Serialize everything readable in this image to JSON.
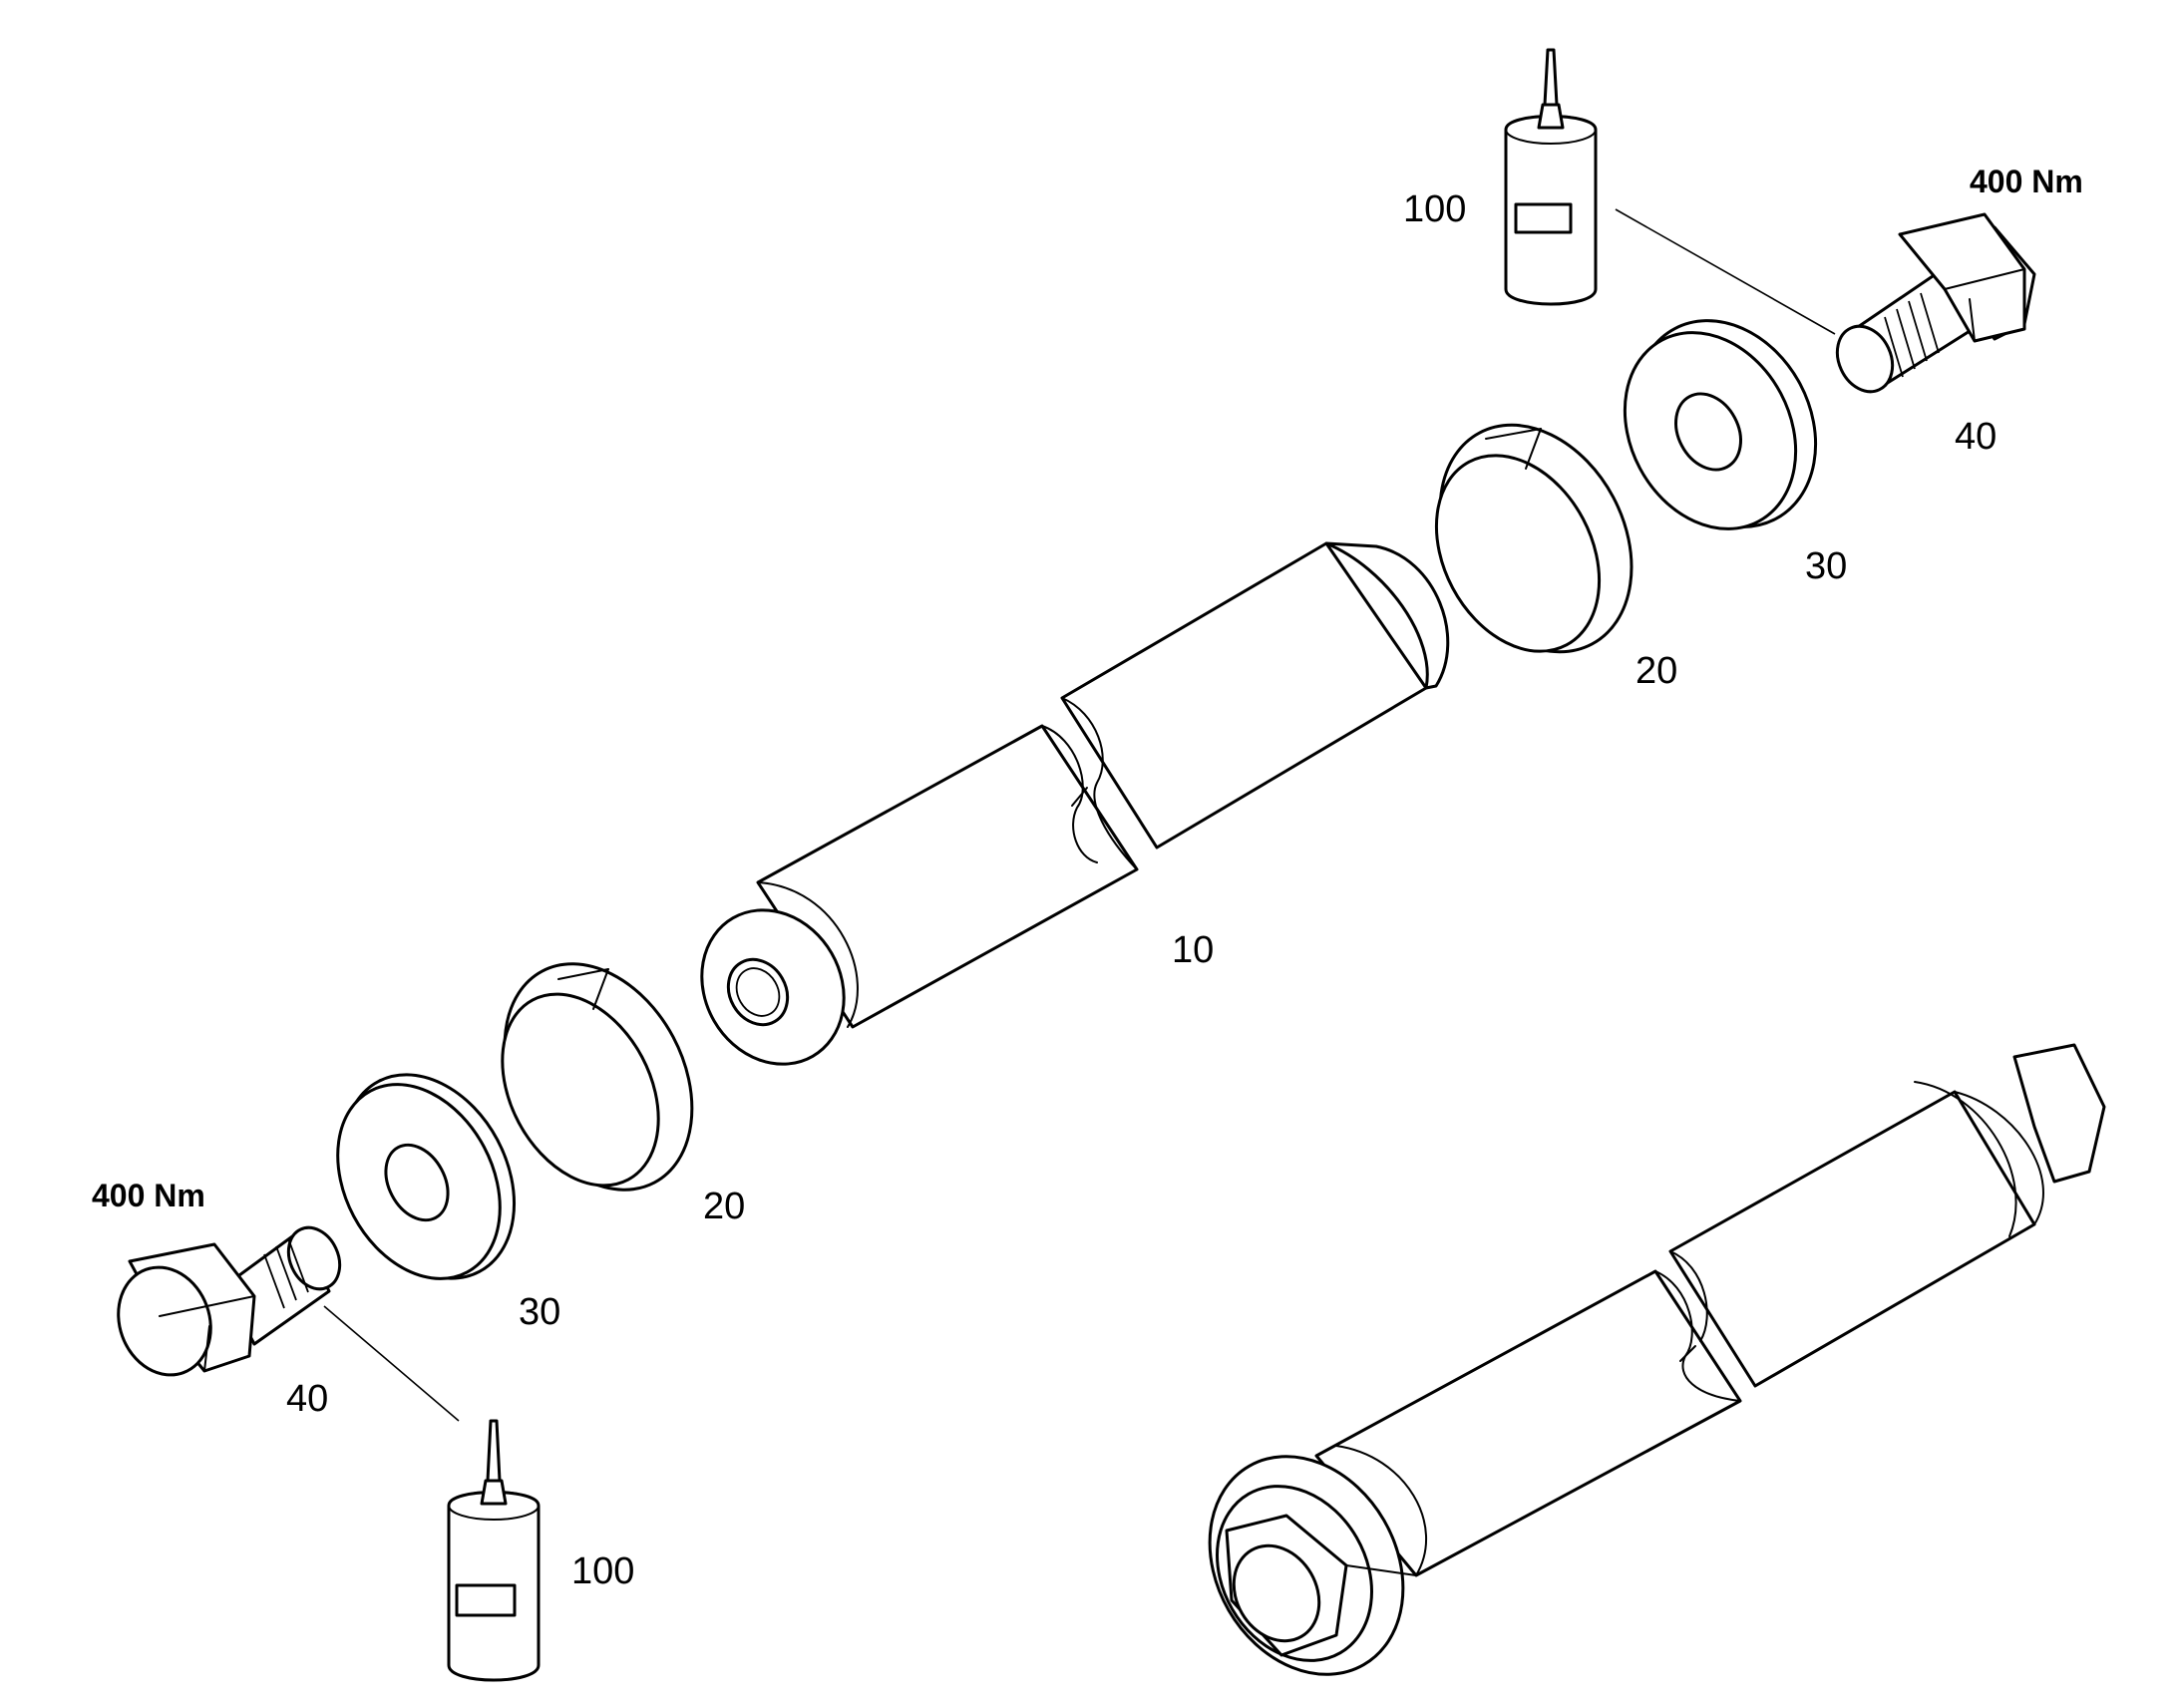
{
  "callouts": {
    "pin": "10",
    "sleeve_upper": "20",
    "sleeve_lower": "20",
    "washer_upper": "30",
    "washer_lower": "30",
    "bolt_upper": "40",
    "bolt_lower": "40",
    "adhesive_upper": "100",
    "adhesive_lower": "100"
  },
  "torque": {
    "upper": "400 Nm",
    "lower": "400 Nm"
  },
  "colors": {
    "line": "#000000",
    "background": "#ffffff"
  }
}
